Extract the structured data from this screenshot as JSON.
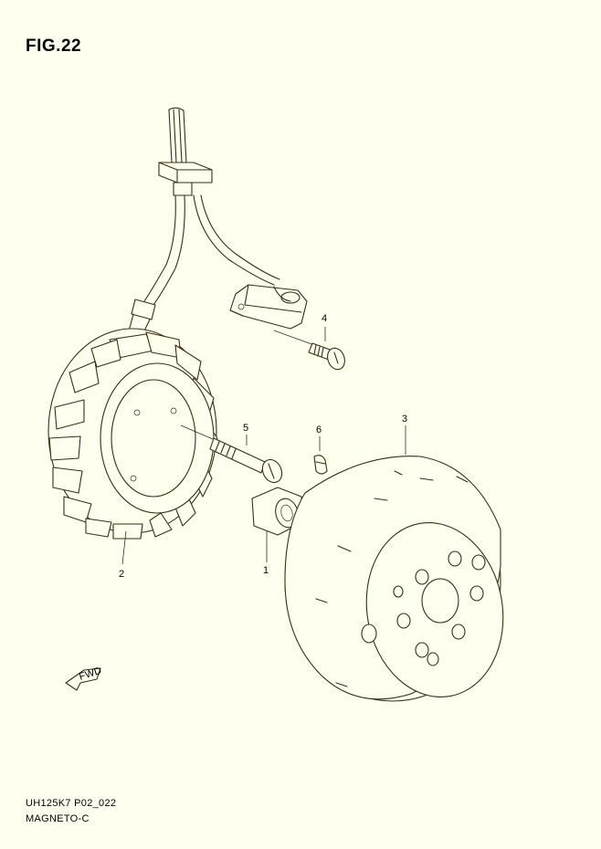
{
  "figure": {
    "title": "FIG.22",
    "code": "UH125K7 P02_022",
    "name": "MAGNETO-C"
  },
  "callouts": [
    {
      "id": "1",
      "part": "nut"
    },
    {
      "id": "2",
      "part": "stator"
    },
    {
      "id": "3",
      "part": "rotor"
    },
    {
      "id": "4",
      "part": "screw"
    },
    {
      "id": "5",
      "part": "bolt"
    },
    {
      "id": "6",
      "part": "key"
    }
  ],
  "fwd_label": "FWD",
  "colors": {
    "background": "#fffff0",
    "line": "#3a2e12"
  }
}
